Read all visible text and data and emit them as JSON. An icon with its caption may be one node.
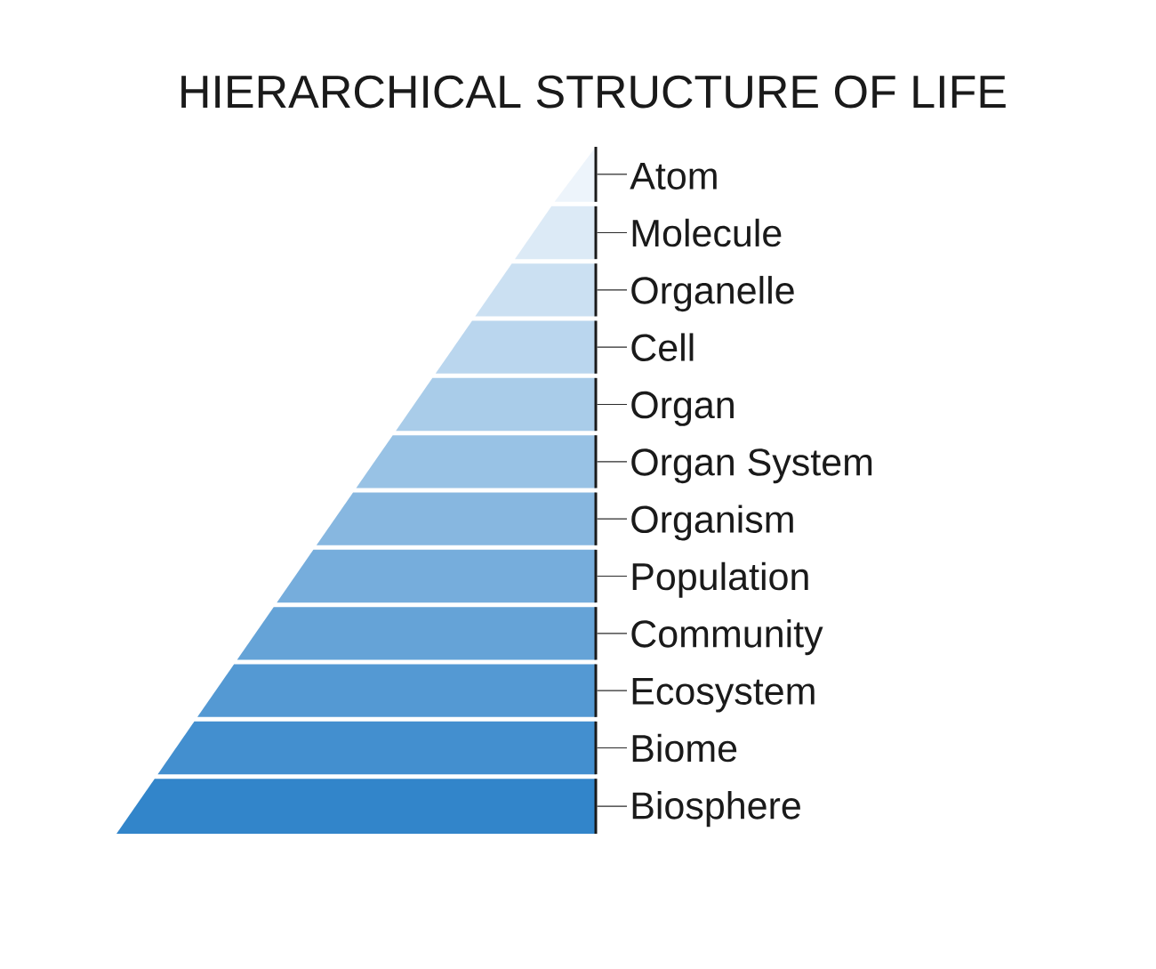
{
  "diagram": {
    "title": "HIERARCHICAL STRUCTURE OF LIFE",
    "nodes": [
      {
        "text": [
          "Atom"
        ]
      },
      {
        "text": [
          "Molecule"
        ]
      },
      {
        "text": [
          "Organelle"
        ]
      },
      {
        "text": [
          "Cell"
        ]
      },
      {
        "text": [
          "Organ"
        ]
      },
      {
        "text": [
          "Organ System"
        ]
      },
      {
        "text": [
          "Organism"
        ]
      },
      {
        "text": [
          "Population"
        ]
      },
      {
        "text": [
          "Community"
        ]
      },
      {
        "text": [
          "Ecosystem"
        ]
      },
      {
        "text": [
          "Biome"
        ]
      },
      {
        "text": [
          "Biosphere"
        ]
      },
      {
        "text": [],
        "shape": "triangle"
      },
      {
        "text": [],
        "shape": "bar"
      },
      {
        "text": [],
        "shape": "bar"
      },
      {
        "text": [],
        "shape": "bar"
      },
      {
        "text": [],
        "shape": "bar"
      },
      {
        "text": [],
        "shape": "bar"
      },
      {
        "text": [],
        "shape": "bar"
      },
      {
        "text": [],
        "shape": "bar"
      },
      {
        "text": [],
        "shape": "bar"
      },
      {
        "text": [],
        "shape": "bar"
      },
      {
        "text": [],
        "shape": "bar"
      },
      {
        "text": [],
        "shape": "bar"
      }
    ],
    "edges": [
      {
        "from": 0,
        "to": 12,
        "arrow": "none"
      },
      {
        "from": 1,
        "to": 13,
        "arrow": "none"
      },
      {
        "from": 2,
        "to": 14,
        "arrow": "none"
      },
      {
        "from": 3,
        "to": 15,
        "arrow": "none"
      },
      {
        "from": 4,
        "to": 16,
        "arrow": "none"
      },
      {
        "from": 5,
        "to": 17,
        "arrow": "none"
      },
      {
        "from": 6,
        "to": 18,
        "arrow": "none"
      },
      {
        "from": 7,
        "to": 19,
        "arrow": "none"
      },
      {
        "from": 8,
        "to": 20,
        "arrow": "none"
      },
      {
        "from": 9,
        "to": 21,
        "arrow": "none"
      },
      {
        "from": 10,
        "to": 22,
        "arrow": "none"
      },
      {
        "from": 11,
        "to": 23,
        "arrow": "none"
      }
    ]
  }
}
